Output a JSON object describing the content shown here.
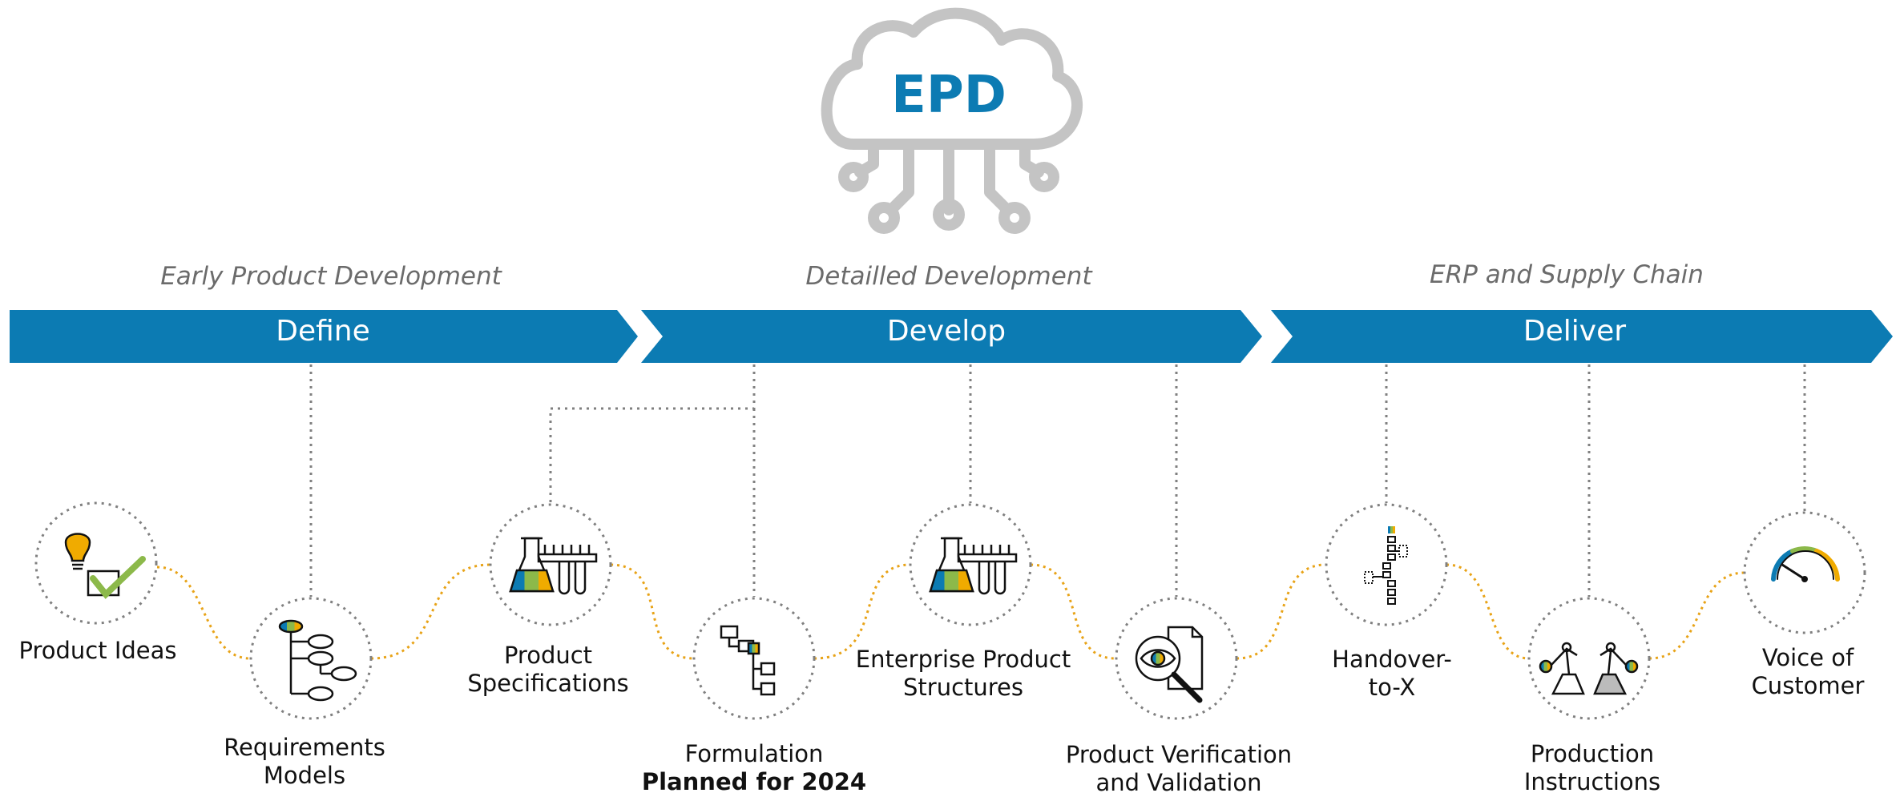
{
  "cloud": {
    "title": "EPD",
    "icon": "cloud-circuit-icon"
  },
  "phases": [
    {
      "id": "early",
      "label": "Early Product Development"
    },
    {
      "id": "detailed",
      "label": "Detailled Development"
    },
    {
      "id": "erp",
      "label": "ERP and Supply Chain"
    }
  ],
  "stages": [
    {
      "id": "define",
      "label": "Define"
    },
    {
      "id": "develop",
      "label": "Develop"
    },
    {
      "id": "deliver",
      "label": "Deliver"
    }
  ],
  "nodes": [
    {
      "id": "product-ideas",
      "label": "Product Ideas",
      "icon": "lightbulb-checkmark-icon"
    },
    {
      "id": "requirements-models",
      "line1": "Requirements",
      "line2": "Models",
      "icon": "hierarchy-tree-icon"
    },
    {
      "id": "product-specifications",
      "line1": "Product",
      "line2": "Specifications",
      "icon": "flask-testtubes-icon"
    },
    {
      "id": "formulation",
      "line1": "Formulation",
      "line2": "Planned for 2024",
      "icon": "formulation-tree-icon"
    },
    {
      "id": "enterprise-product-structures",
      "line1": "Enterprise Product",
      "line2": "Structures",
      "icon": "flask-testtubes-icon"
    },
    {
      "id": "product-verification",
      "line1": "Product Verification",
      "line2": "and Validation",
      "icon": "eye-magnifier-icon"
    },
    {
      "id": "handover",
      "line1": "Handover-",
      "line2": "to-X",
      "icon": "handover-tree-icon"
    },
    {
      "id": "production-instructions",
      "line1": "Production",
      "line2": "Instructions",
      "icon": "robot-arms-icon"
    },
    {
      "id": "voice-of-customer",
      "line1": "Voice of",
      "line2": "Customer",
      "icon": "gauge-icon"
    }
  ],
  "colors": {
    "banner": "#0c7bb3",
    "connector": "#e8a317",
    "dotted": "#808080",
    "cloud": "#c4c4c4",
    "icon_yellow": "#f0ab00",
    "icon_blue": "#0c7bb3",
    "icon_green": "#8cb94a"
  }
}
